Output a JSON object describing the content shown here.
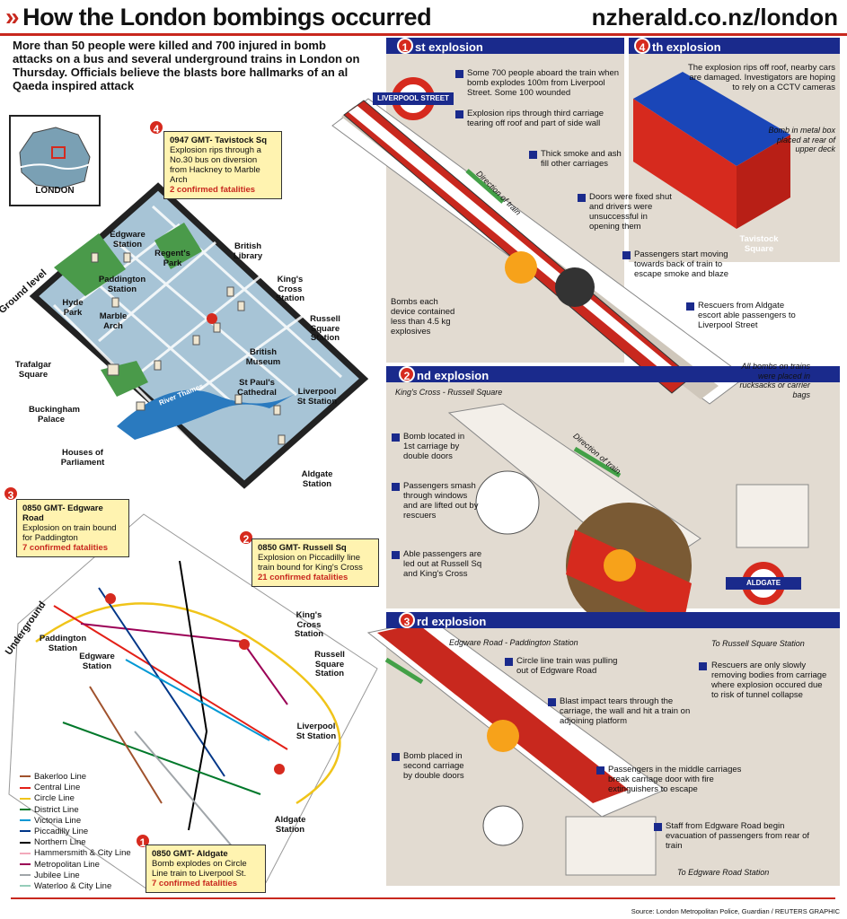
{
  "header": {
    "title": "How the London bombings occurred",
    "site": "nzherald.co.nz/london"
  },
  "intro": "More than 50 people were killed and 700 injured in bomb attacks on a bus and several underground trains in London on Thursday. Officials believe the blasts bore hallmarks of an al Qaeda inspired attack",
  "inset": {
    "label": "LONDON"
  },
  "ground": {
    "side_label": "Ground level",
    "places": {
      "edgware": "Edgware Station",
      "paddington": "Paddington Station",
      "regents": "Regent's Park",
      "library": "British Library",
      "kingscross": "King's Cross Station",
      "hyde": "Hyde Park",
      "marble": "Marble Arch",
      "russell": "Russell Square Station",
      "museum": "British Museum",
      "trafalgar": "Trafalgar Square",
      "stpauls": "St Paul's Cathedral",
      "liverpool": "Liverpool St Station",
      "buckingham": "Buckingham Palace",
      "thames": "River Thames",
      "parliament": "Houses of Parliament",
      "aldgate": "Aldgate Station"
    }
  },
  "underground": {
    "side_label": "Underground",
    "places": {
      "paddington": "Paddington Station",
      "edgware": "Edgware Station",
      "kingscross": "King's Cross Station",
      "russell": "Russell Square Station",
      "liverpool": "Liverpool St Station",
      "aldgate": "Aldgate Station"
    }
  },
  "callouts": {
    "c4": {
      "num": "4",
      "title": "0947 GMT- Tavistock Sq",
      "body": "Explosion rips through a No.30 bus on diversion from Hackney to Marble Arch",
      "fatal": "2 confirmed fatalities"
    },
    "c3": {
      "num": "3",
      "title": "0850 GMT- Edgware Road",
      "body": "Explosion on train bound for Paddington",
      "fatal": "7 confirmed fatalities"
    },
    "c2": {
      "num": "2",
      "title": "0850 GMT- Russell Sq",
      "body": "Explosion on Piccadilly line train bound for King's Cross",
      "fatal": "21 confirmed fatalities"
    },
    "c1": {
      "num": "1",
      "title": "0850 GMT- Aldgate",
      "body": "Bomb explodes on Circle Line train to Liverpool St.",
      "fatal": "7 confirmed fatalities"
    }
  },
  "legend": [
    {
      "name": "Bakerloo Line",
      "color": "#a0522d"
    },
    {
      "name": "Central Line",
      "color": "#e32017"
    },
    {
      "name": "Circle Line",
      "color": "#f0c419"
    },
    {
      "name": "District Line",
      "color": "#00782a"
    },
    {
      "name": "Victoria Line",
      "color": "#0098d4"
    },
    {
      "name": "Piccadilly Line",
      "color": "#003688"
    },
    {
      "name": "Northern Line",
      "color": "#000000"
    },
    {
      "name": "Hammersmith & City Line",
      "color": "#f3a9bb"
    },
    {
      "name": "Metropolitan Line",
      "color": "#9b0056"
    },
    {
      "name": "Jubilee Line",
      "color": "#a0a5a9"
    },
    {
      "name": "Waterloo & City Line",
      "color": "#95cdba"
    }
  ],
  "sections": {
    "s1": {
      "num": "1",
      "label": "st explosion"
    },
    "s4": {
      "num": "4",
      "label": "th explosion"
    },
    "s2": {
      "num": "2",
      "label": "nd explosion",
      "subtitle": "King's Cross - Russell Square"
    },
    "s3": {
      "num": "3",
      "label": "rd explosion",
      "subtitle": "Edgware Road - Paddington Station"
    }
  },
  "explosion1": {
    "station": "LIVERPOOL STREET",
    "n1": "Some 700 people aboard the train when bomb explodes 100m from Liverpool Street. Some 100 wounded",
    "n2": "Explosion rips through third carriage tearing off roof and part of side wall",
    "n3": "Thick smoke and ash fill other carriages",
    "n4": "Doors were fixed shut and drivers were unsuccessful in opening them",
    "n5": "Passengers start moving towards back of train to escape smoke and blaze",
    "n6": "Rescuers from Aldgate escort able passengers to Liverpool Street",
    "direction": "Direction of train",
    "bombs": "Bombs each device contained less than 4.5 kg explosives",
    "rucksacks": "All bombs on trains were placed in rucksacks or carrier bags",
    "aldgate": "ALDGATE"
  },
  "explosion4": {
    "n1": "The explosion rips off roof, nearby cars are damaged. Investigators are hoping to rely on a CCTV cameras",
    "n2": "Bomb in metal box placed at rear of upper deck",
    "square": "Tavistock Square"
  },
  "explosion2": {
    "n1": "Bomb located in 1st carriage by double doors",
    "n2": "Passengers smash through windows and are lifted out by rescuers",
    "n3": "Able passengers are led out at Russell Sq and King's Cross",
    "n4": "Rescuers are only slowly removing bodies from carriage where explosion occured due to risk of tunnel collapse",
    "direction": "Direction of train",
    "to_station": "To Russell Square Station"
  },
  "explosion3": {
    "n1": "Circle line train was pulling out of Edgware Road",
    "n2": "Blast impact tears through the carriage, the wall and hit a train on adjoining platform",
    "n3": "Bomb placed in second carriage by double doors",
    "n4": "Passengers in the middle carriages break carriage door with fire extinguishers to escape",
    "n5": "Staff from Edgware Road begin evacuation of passengers from rear of train",
    "to_station": "To Edgware Road Station"
  },
  "source": "Source: London Metropolitan Police, Guardian / REUTERS GRAPHIC"
}
